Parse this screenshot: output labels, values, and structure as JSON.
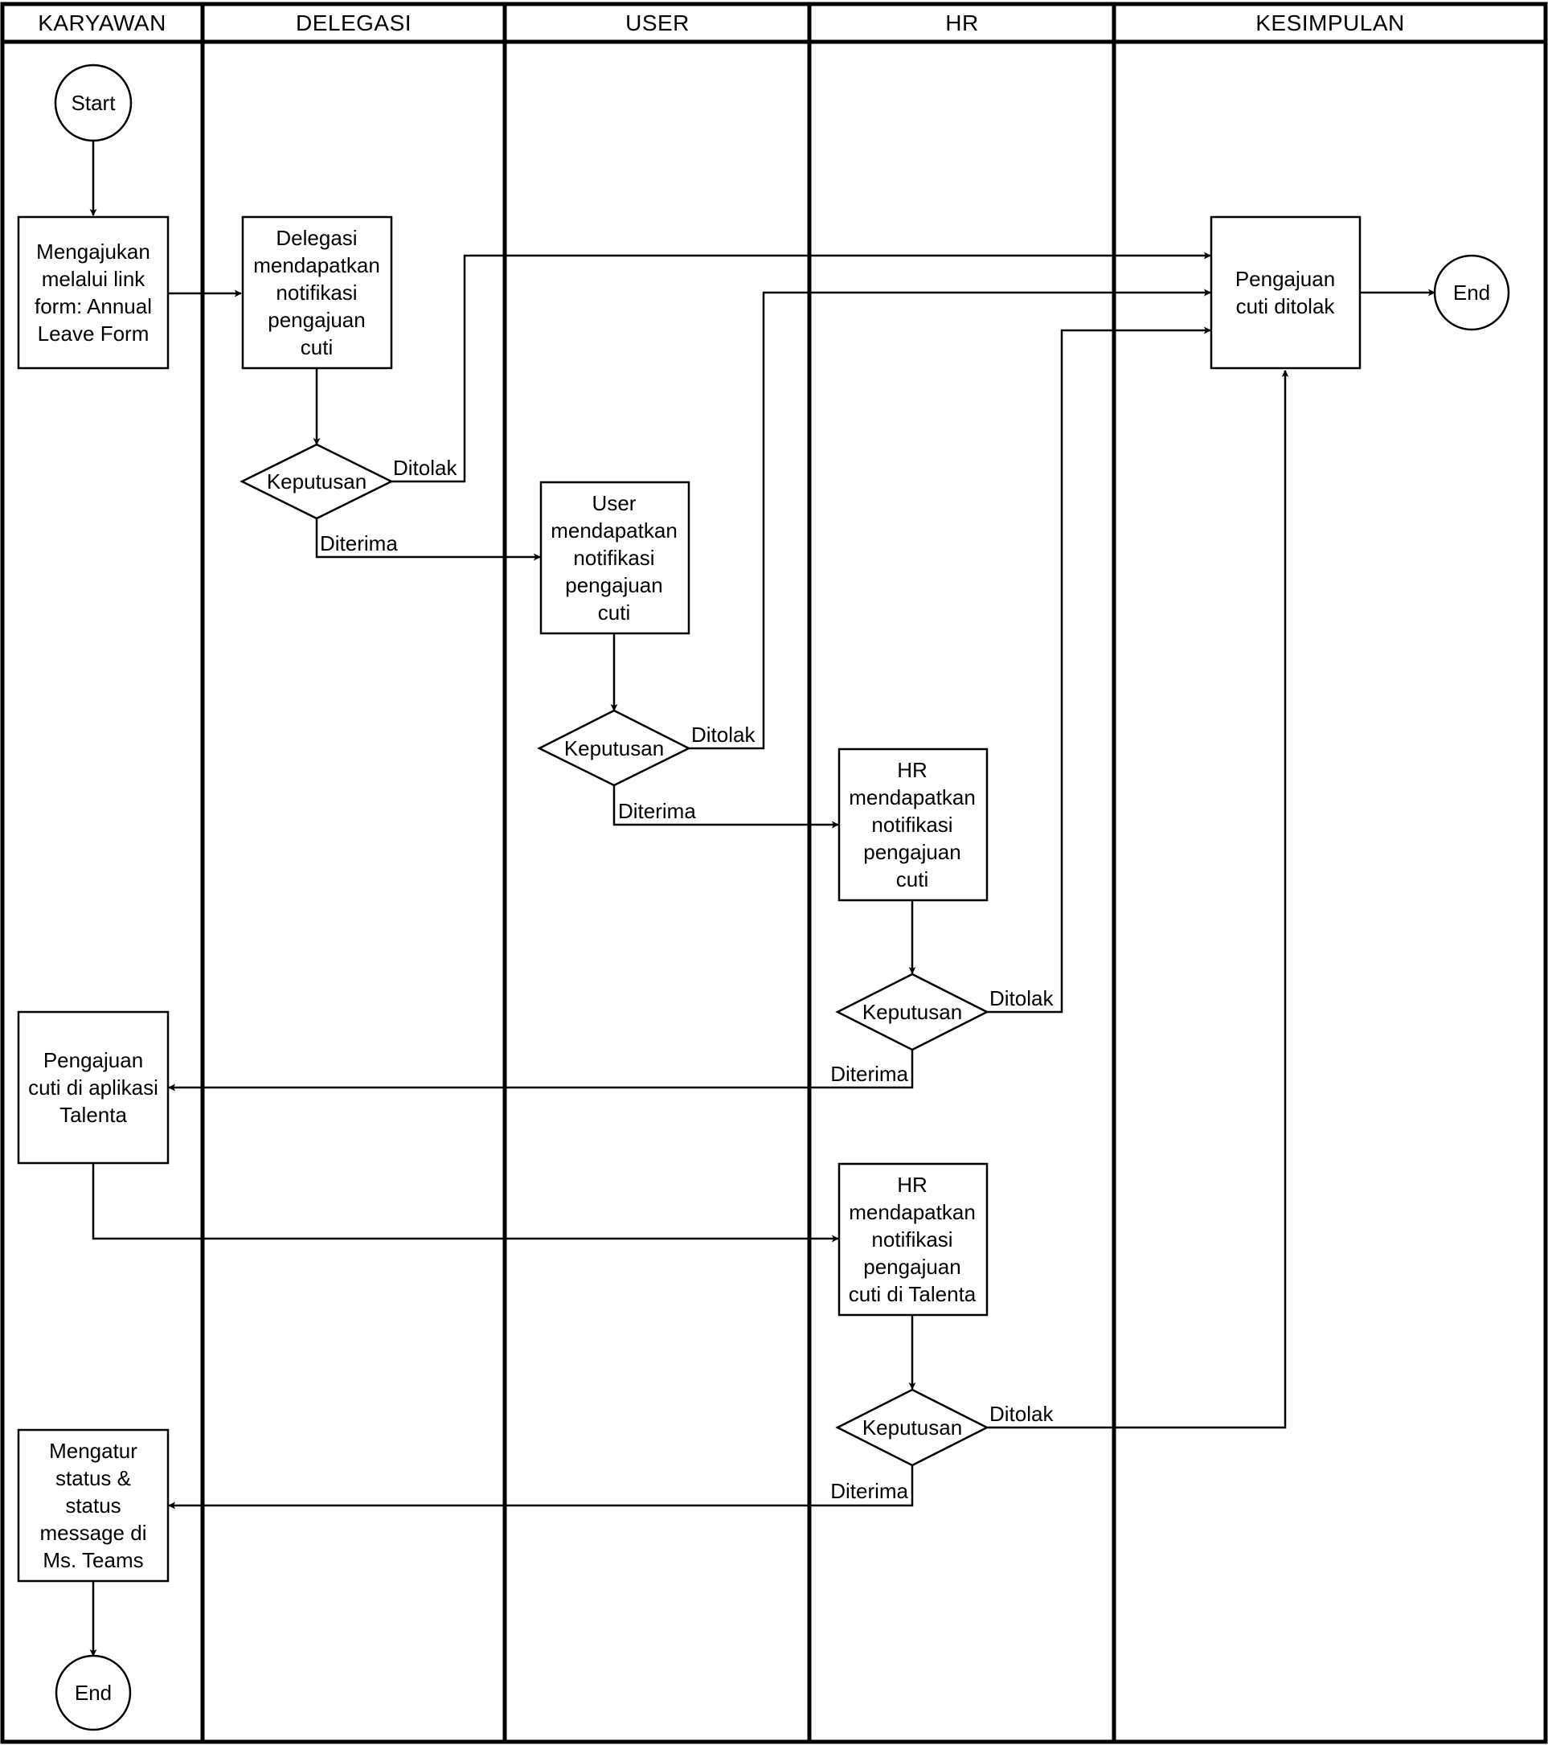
{
  "lanes": {
    "karyawan": "KARYAWAN",
    "delegasi": "DELEGASI",
    "user": "USER",
    "hr": "HR",
    "kesimpulan": "KESIMPULAN"
  },
  "nodes": {
    "start": [
      "Start"
    ],
    "submit_form": [
      "Mengajukan",
      "melalui link",
      "form: Annual",
      "Leave Form"
    ],
    "delegasi_notif": [
      "Delegasi",
      "mendapatkan",
      "notifikasi",
      "pengajuan",
      "cuti"
    ],
    "delegasi_decision": [
      "Keputusan"
    ],
    "user_notif": [
      "User",
      "mendapatkan",
      "notifikasi",
      "pengajuan",
      "cuti"
    ],
    "user_decision": [
      "Keputusan"
    ],
    "hr_notif": [
      "HR",
      "mendapatkan",
      "notifikasi",
      "pengajuan",
      "cuti"
    ],
    "hr_decision": [
      "Keputusan"
    ],
    "talenta_submit": [
      "Pengajuan",
      "cuti di aplikasi",
      "Talenta"
    ],
    "hr_talenta_notif": [
      "HR",
      "mendapatkan",
      "notifikasi",
      "pengajuan",
      "cuti di Talenta"
    ],
    "hr_talenta_decision": [
      "Keputusan"
    ],
    "teams_status": [
      "Mengatur",
      "status &",
      "status",
      "message di",
      "Ms. Teams"
    ],
    "end_bottom": [
      "End"
    ],
    "rejected": [
      "Pengajuan",
      "cuti ditolak"
    ],
    "end_right": [
      "End"
    ]
  },
  "edges": {
    "rejected_label": "Ditolak",
    "accepted_label": "Diterima"
  }
}
